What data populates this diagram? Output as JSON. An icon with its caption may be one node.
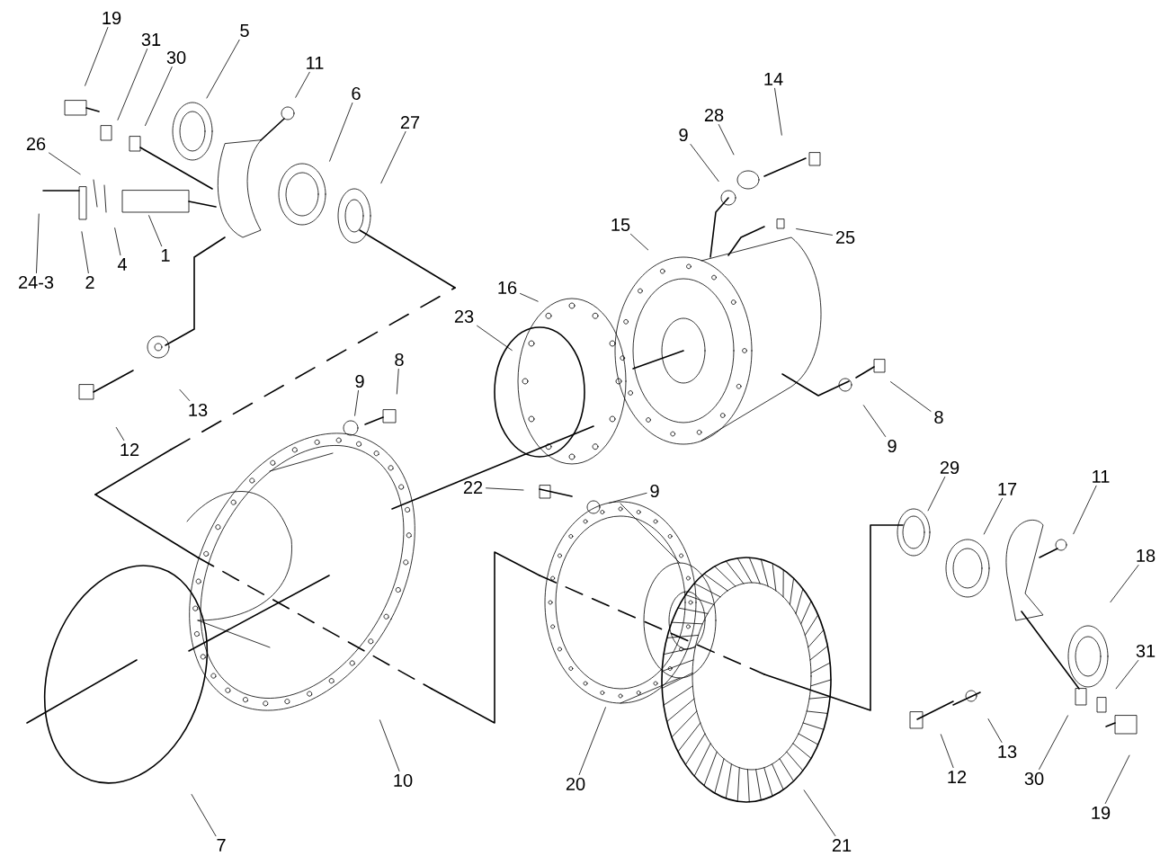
{
  "diagram": {
    "nodes": [
      {
        "text": [
          "19"
        ]
      },
      {
        "text": [
          "31"
        ]
      },
      {
        "text": [
          "30"
        ]
      },
      {
        "text": [
          "5"
        ]
      },
      {
        "text": [
          "11"
        ]
      },
      {
        "text": [
          "6"
        ]
      },
      {
        "text": [
          "27"
        ]
      },
      {
        "text": [
          "26"
        ]
      },
      {
        "text": [
          "24-3"
        ]
      },
      {
        "text": [
          "2"
        ]
      },
      {
        "text": [
          "4"
        ]
      },
      {
        "text": [
          "1"
        ]
      },
      {
        "text": [
          "16"
        ]
      },
      {
        "text": [
          "23"
        ]
      },
      {
        "text": [
          "13"
        ]
      },
      {
        "text": [
          "12"
        ]
      },
      {
        "text": [
          "9"
        ]
      },
      {
        "text": [
          "8"
        ]
      },
      {
        "text": [
          "14"
        ]
      },
      {
        "text": [
          "28"
        ]
      },
      {
        "text": [
          "9"
        ]
      },
      {
        "text": [
          "15"
        ]
      },
      {
        "text": [
          "25"
        ]
      },
      {
        "text": [
          "8"
        ]
      },
      {
        "text": [
          "9"
        ]
      },
      {
        "text": [
          "22"
        ]
      },
      {
        "text": [
          "9"
        ]
      },
      {
        "text": [
          "29"
        ]
      },
      {
        "text": [
          "17"
        ]
      },
      {
        "text": [
          "11"
        ]
      },
      {
        "text": [
          "18"
        ]
      },
      {
        "text": [
          "31"
        ]
      },
      {
        "text": [
          "12"
        ]
      },
      {
        "text": [
          "13"
        ]
      },
      {
        "text": [
          "30"
        ]
      },
      {
        "text": [
          "19"
        ]
      },
      {
        "text": [
          "10"
        ]
      },
      {
        "text": [
          "20"
        ]
      },
      {
        "text": [
          "21"
        ]
      },
      {
        "text": [
          "7"
        ]
      }
    ],
    "edges": [
      {
        "from": 0,
        "to": null,
        "arrow": "none"
      },
      {
        "from": 1,
        "to": null,
        "arrow": "none"
      },
      {
        "from": 2,
        "to": null,
        "arrow": "none"
      },
      {
        "from": 3,
        "to": null,
        "arrow": "none"
      },
      {
        "from": 4,
        "to": null,
        "arrow": "none"
      },
      {
        "from": 5,
        "to": null,
        "arrow": "none"
      },
      {
        "from": 6,
        "to": null,
        "arrow": "none"
      },
      {
        "from": 7,
        "to": null,
        "arrow": "none"
      },
      {
        "from": 8,
        "to": null,
        "arrow": "none"
      },
      {
        "from": 9,
        "to": null,
        "arrow": "none"
      },
      {
        "from": 10,
        "to": null,
        "arrow": "none"
      },
      {
        "from": 11,
        "to": null,
        "arrow": "none"
      },
      {
        "from": 12,
        "to": null,
        "arrow": "none"
      },
      {
        "from": 13,
        "to": null,
        "arrow": "none"
      },
      {
        "from": 14,
        "to": null,
        "arrow": "none"
      },
      {
        "from": 15,
        "to": null,
        "arrow": "none"
      },
      {
        "from": 16,
        "to": null,
        "arrow": "none"
      },
      {
        "from": 17,
        "to": null,
        "arrow": "none"
      },
      {
        "from": 18,
        "to": null,
        "arrow": "none"
      },
      {
        "from": 19,
        "to": null,
        "arrow": "none"
      },
      {
        "from": 20,
        "to": null,
        "arrow": "none"
      },
      {
        "from": 21,
        "to": null,
        "arrow": "none"
      },
      {
        "from": 22,
        "to": null,
        "arrow": "none"
      },
      {
        "from": 23,
        "to": null,
        "arrow": "none"
      },
      {
        "from": 24,
        "to": null,
        "arrow": "none"
      },
      {
        "from": 25,
        "to": null,
        "arrow": "none"
      },
      {
        "from": 26,
        "to": null,
        "arrow": "none"
      },
      {
        "from": 27,
        "to": null,
        "arrow": "none"
      },
      {
        "from": 28,
        "to": null,
        "arrow": "none"
      },
      {
        "from": 29,
        "to": null,
        "arrow": "none"
      },
      {
        "from": 30,
        "to": null,
        "arrow": "none"
      },
      {
        "from": 31,
        "to": null,
        "arrow": "none"
      },
      {
        "from": 32,
        "to": null,
        "arrow": "none"
      },
      {
        "from": 33,
        "to": null,
        "arrow": "none"
      },
      {
        "from": 34,
        "to": null,
        "arrow": "none"
      },
      {
        "from": 35,
        "to": null,
        "arrow": "none"
      },
      {
        "from": 36,
        "to": null,
        "arrow": "none"
      },
      {
        "from": 37,
        "to": null,
        "arrow": "none"
      },
      {
        "from": 38,
        "to": null,
        "arrow": "none"
      },
      {
        "from": 39,
        "to": null,
        "arrow": "none"
      }
    ]
  }
}
